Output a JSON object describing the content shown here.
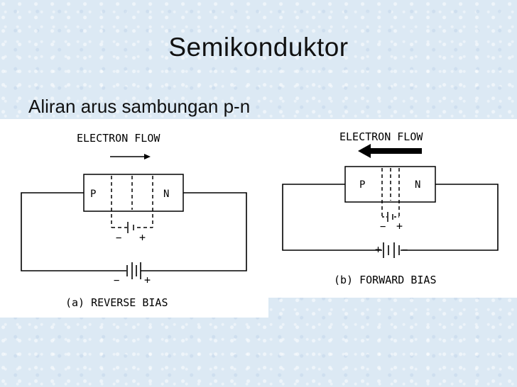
{
  "slide": {
    "title": "Semikonduktor",
    "subtitle": "Aliran arus sambungan p-n"
  },
  "diagrams": [
    {
      "flow_label": "ELECTRON FLOW",
      "p_label": "P",
      "n_label": "N",
      "junction_minus": "−",
      "junction_plus": "+",
      "battery_minus": "−",
      "battery_plus": "+",
      "caption": "(a) REVERSE BIAS"
    },
    {
      "flow_label": "ELECTRON FLOW",
      "p_label": "P",
      "n_label": "N",
      "junction_minus": "−",
      "junction_plus": "+",
      "battery_plus": "+",
      "battery_minus": "−",
      "caption": "(b) FORWARD BIAS"
    }
  ],
  "colors": {
    "ink": "#000000",
    "background": "#dce9f4",
    "panel": "#ffffff"
  }
}
